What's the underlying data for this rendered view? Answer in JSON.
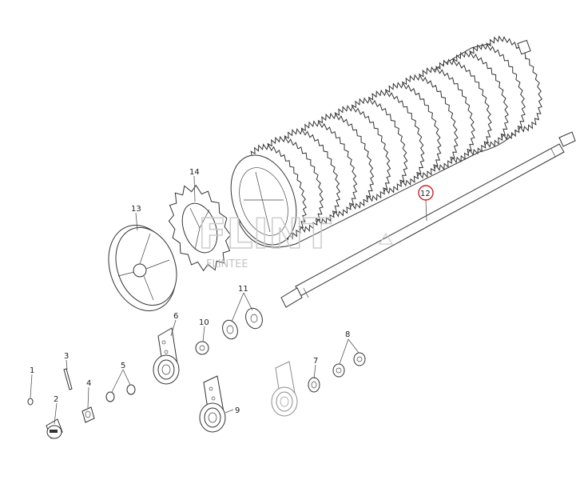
{
  "diagram": {
    "watermark": {
      "main": "FLINT",
      "sub": "FLINTEE"
    },
    "callouts": [
      "1",
      "2",
      "3",
      "4",
      "5",
      "6",
      "7",
      "8",
      "9",
      "10",
      "11",
      "12",
      "13",
      "14"
    ],
    "highlighted_callout": "12",
    "highlight_color": "#cc2222"
  }
}
